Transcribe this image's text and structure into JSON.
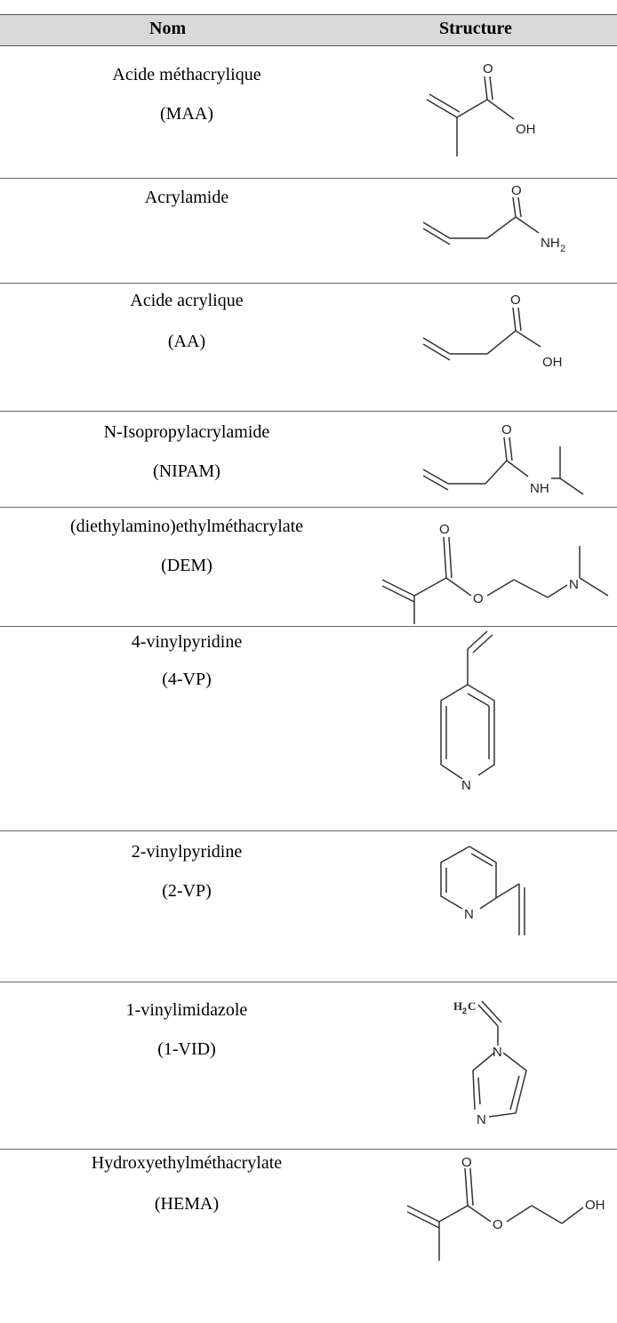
{
  "table": {
    "headers": {
      "name": "Nom",
      "structure": "Structure"
    },
    "rows": [
      {
        "name": "Acide méthacrylique",
        "abbr": "(MAA)",
        "structure_icon": "methacrylic-acid-structure"
      },
      {
        "name": "Acrylamide",
        "abbr": "",
        "structure_icon": "acrylamide-structure"
      },
      {
        "name": "Acide acrylique",
        "abbr": "(AA)",
        "structure_icon": "acrylic-acid-structure"
      },
      {
        "name": "N-Isopropylacrylamide",
        "abbr": "(NIPAM)",
        "structure_icon": "nipam-structure"
      },
      {
        "name": "(diethylamino)ethylméthacrylate",
        "abbr": "(DEM)",
        "structure_icon": "dem-structure"
      },
      {
        "name": "4-vinylpyridine",
        "abbr": "(4-VP)",
        "structure_icon": "4-vinylpyridine-structure"
      },
      {
        "name": "2-vinylpyridine",
        "abbr": "(2-VP)",
        "structure_icon": "2-vinylpyridine-structure"
      },
      {
        "name": "1-vinylimidazole",
        "abbr": "(1-VID)",
        "structure_icon": "1-vinylimidazole-structure"
      },
      {
        "name": "Hydroxyethylméthacrylate",
        "abbr": "(HEMA)",
        "structure_icon": "hema-structure"
      }
    ],
    "atoms": {
      "o": "O",
      "oh": "OH",
      "nh": "NH",
      "nh2": "NH",
      "sub2": "2",
      "n": "N",
      "h2c": "H",
      "c": "C"
    }
  }
}
